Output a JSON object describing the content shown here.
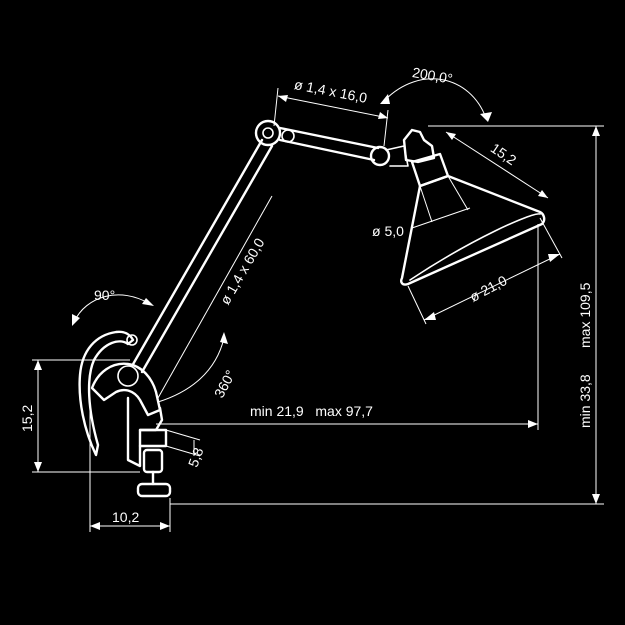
{
  "drawing": {
    "labels": {
      "arm_joint_angle": "200,0°",
      "upper_arm": "ø 1,4 x 16,0",
      "shade_length": "15,2",
      "socket_diameter": "ø 5,0",
      "shade_diameter": "ø 21,0",
      "lower_arm": "ø 1,4 x 60,0",
      "clamp_angle": "90°",
      "base_rotation": "360°",
      "reach": "min 21,9   max 97,7",
      "clamp_height": "15,2",
      "clamp_small": "5,8",
      "clamp_width": "10,2",
      "height_min": "min 33,8",
      "height_max": "max 109,5"
    }
  }
}
